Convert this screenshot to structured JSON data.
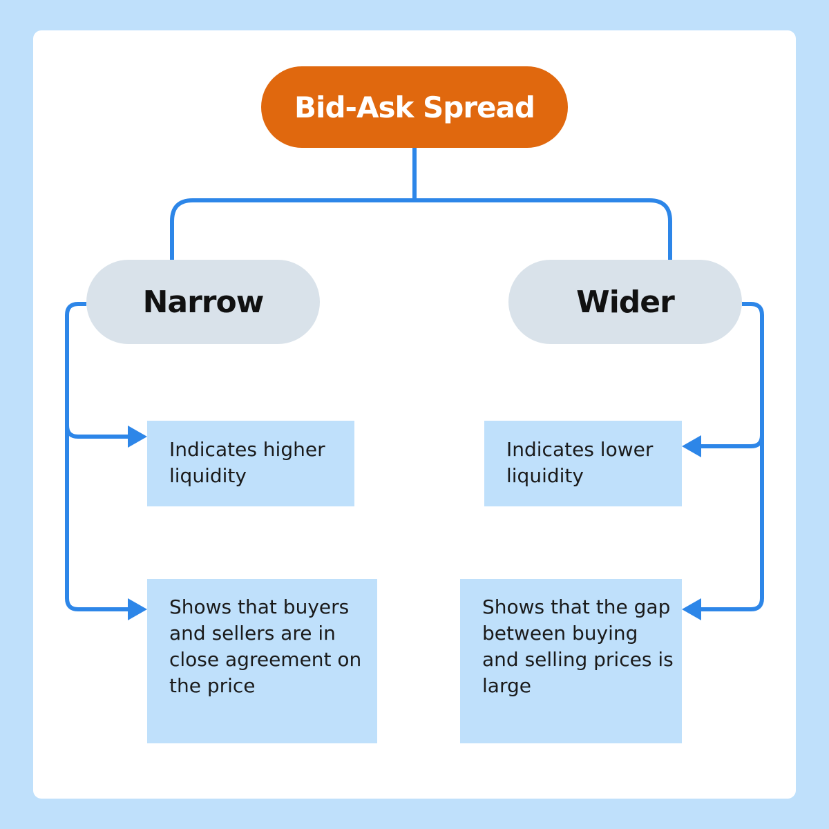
{
  "diagram": {
    "root": {
      "label": "Bid-Ask Spread"
    },
    "branches": [
      {
        "label": "Narrow",
        "items": [
          "Indicates higher liquidity",
          "Shows that buyers and sellers are in close agreement on the price"
        ]
      },
      {
        "label": "Wider",
        "items": [
          "Indicates lower liquidity",
          "Shows that the gap between buying and selling prices is large"
        ]
      }
    ]
  },
  "colors": {
    "background": "#bfe0fb",
    "card": "#ffffff",
    "root_fill": "#e0680e",
    "branch_fill": "#d9e2ea",
    "box_fill": "#bfe0fb",
    "connector": "#2d86e8"
  }
}
